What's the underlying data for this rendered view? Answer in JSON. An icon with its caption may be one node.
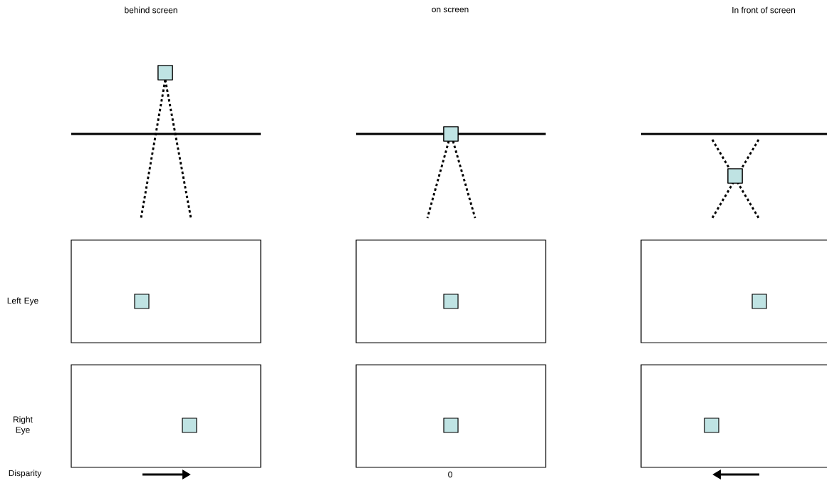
{
  "diagram": {
    "nodes": [
      {
        "text": [],
        "shape": "box"
      },
      {
        "text": [],
        "shape": "box"
      },
      {
        "text": [],
        "shape": "box"
      },
      {
        "text": [],
        "shape": "box"
      },
      {
        "text": [],
        "shape": "box",
        "in": 3
      },
      {
        "text": [],
        "shape": "box"
      },
      {
        "text": [],
        "shape": "box",
        "in": 5
      },
      {
        "text": [],
        "shape": "box"
      },
      {
        "text": [],
        "shape": "box",
        "in": 7
      },
      {
        "text": [],
        "shape": "box"
      },
      {
        "text": [],
        "shape": "box",
        "in": 9
      },
      {
        "text": [],
        "shape": "box"
      },
      {
        "text": [],
        "shape": "box",
        "in": 11
      },
      {
        "text": [],
        "shape": "box"
      },
      {
        "text": [],
        "shape": "box",
        "in": 13
      }
    ],
    "labels": [
      "behind screen",
      "on screen",
      "In front of screen",
      "Left Eye",
      "Right Eye",
      "Disparity",
      "0"
    ]
  }
}
